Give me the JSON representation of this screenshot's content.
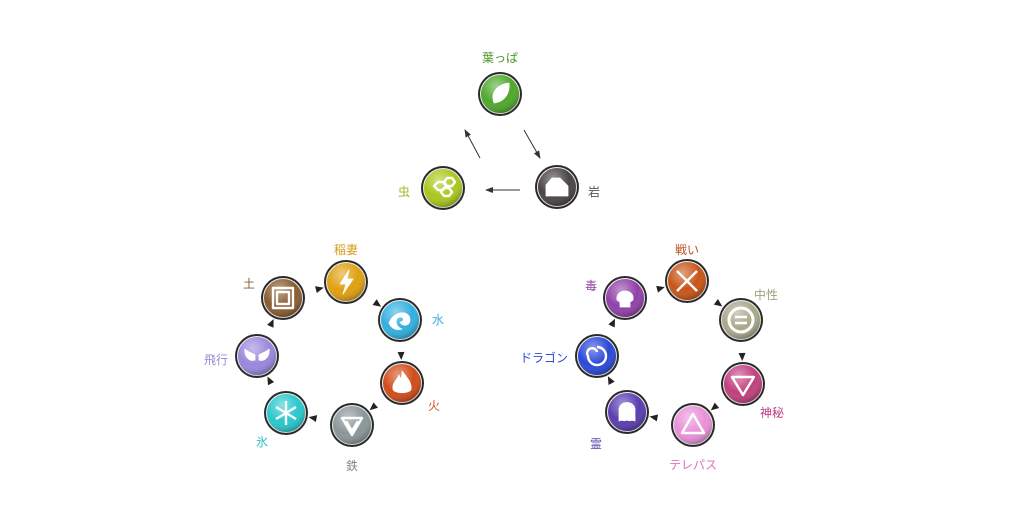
{
  "groups": [
    {
      "name": "triad",
      "nodes": [
        {
          "id": "leaf",
          "label": "葉っぱ",
          "color": "#4fa82c",
          "text_color": "#4a9a2a",
          "icon": "leaf-icon"
        },
        {
          "id": "rock",
          "label": "岩",
          "color": "#4a4444",
          "text_color": "#555555",
          "icon": "rock-icon"
        },
        {
          "id": "bug",
          "label": "虫",
          "color": "#a8c81c",
          "text_color": "#9ab820",
          "icon": "honeycomb-icon"
        }
      ]
    },
    {
      "name": "cycle-left",
      "nodes": [
        {
          "id": "electric",
          "label": "稲妻",
          "color": "#e0a010",
          "text_color": "#d89a1a",
          "icon": "lightning-icon"
        },
        {
          "id": "water",
          "label": "水",
          "color": "#30b0e0",
          "text_color": "#3ab0e0",
          "icon": "wave-icon"
        },
        {
          "id": "fire",
          "label": "火",
          "color": "#d04c18",
          "text_color": "#d05020",
          "icon": "flame-icon"
        },
        {
          "id": "steel",
          "label": "鉄",
          "color": "#8a9698",
          "text_color": "#808888",
          "icon": "steel-icon"
        },
        {
          "id": "ice",
          "label": "氷",
          "color": "#28c8cc",
          "text_color": "#30c0c8",
          "icon": "snowflake-icon"
        },
        {
          "id": "flying",
          "label": "飛行",
          "color": "#9a86dc",
          "text_color": "#9a88d8",
          "icon": "wings-icon"
        },
        {
          "id": "ground",
          "label": "土",
          "color": "#8a5c30",
          "text_color": "#8a5a30",
          "icon": "square-icon"
        }
      ]
    },
    {
      "name": "cycle-right",
      "nodes": [
        {
          "id": "fighting",
          "label": "戦い",
          "color": "#c85418",
          "text_color": "#b85020",
          "icon": "swords-icon"
        },
        {
          "id": "neutral",
          "label": "中性",
          "color": "#a8a88a",
          "text_color": "#a0a080",
          "icon": "equals-icon"
        },
        {
          "id": "mystic",
          "label": "神秘",
          "color": "#c0407e",
          "text_color": "#c03a80",
          "icon": "triangle-down-icon"
        },
        {
          "id": "telepath",
          "label": "テレパス",
          "color": "#e890d8",
          "text_color": "#e070c0",
          "icon": "triangle-up-icon"
        },
        {
          "id": "ghost",
          "label": "霊",
          "color": "#5a3cb0",
          "text_color": "#6048a8",
          "icon": "ghost-icon"
        },
        {
          "id": "dragon",
          "label": "ドラゴン",
          "color": "#2a48d8",
          "text_color": "#3048d0",
          "icon": "dragon-icon"
        },
        {
          "id": "poison",
          "label": "毒",
          "color": "#9040a8",
          "text_color": "#9040a0",
          "icon": "skull-icon"
        }
      ]
    }
  ]
}
